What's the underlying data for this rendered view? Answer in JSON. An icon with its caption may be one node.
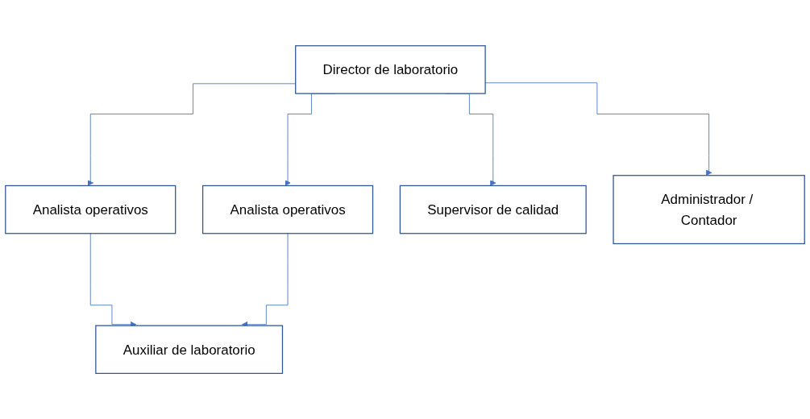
{
  "diagram": {
    "nodes": [
      {
        "text": [
          "Director de laboratorio"
        ]
      },
      {
        "text": [
          "Analista operativos"
        ]
      },
      {
        "text": [
          "Analista operativos"
        ]
      },
      {
        "text": [
          "Supervisor de calidad"
        ]
      },
      {
        "text": [
          "Administrador / Contador"
        ]
      },
      {
        "text": [
          "Auxiliar de laboratorio"
        ]
      }
    ],
    "edges": [
      {
        "from": 0,
        "to": 1,
        "arrow": "to"
      },
      {
        "from": 0,
        "to": 2,
        "arrow": "to"
      },
      {
        "from": 0,
        "to": 3,
        "arrow": "to"
      },
      {
        "from": 0,
        "to": 4,
        "arrow": "to"
      },
      {
        "from": 1,
        "to": 5,
        "arrow": "to"
      },
      {
        "from": 2,
        "to": 5,
        "arrow": "to"
      }
    ]
  }
}
